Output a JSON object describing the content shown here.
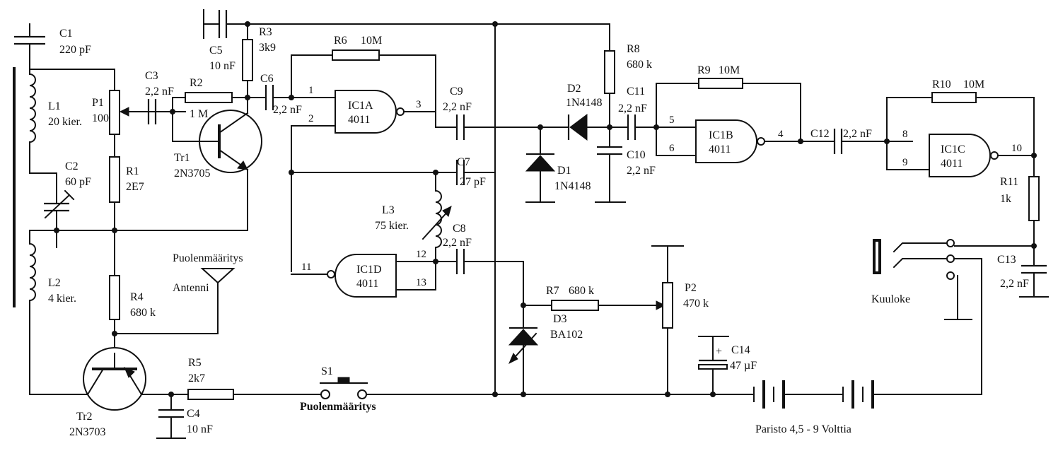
{
  "components": {
    "C1": {
      "ref": "C1",
      "value": "220 pF"
    },
    "C2": {
      "ref": "C2",
      "value": "60 pF"
    },
    "C3": {
      "ref": "C3",
      "value": "2,2 nF"
    },
    "C4": {
      "ref": "C4",
      "value": "10 nF"
    },
    "C5": {
      "ref": "C5",
      "value": "10 nF"
    },
    "C6": {
      "ref": "C6",
      "value": "2,2 nF"
    },
    "C7": {
      "ref": "C7",
      "value": "27 pF"
    },
    "C8": {
      "ref": "C8",
      "value": "2,2 nF"
    },
    "C9": {
      "ref": "C9",
      "value": "2,2 nF"
    },
    "C10": {
      "ref": "C10",
      "value": "2,2 nF"
    },
    "C11": {
      "ref": "C11",
      "value": "2,2 nF"
    },
    "C12": {
      "ref": "C12",
      "value": "2,2 nF"
    },
    "C13": {
      "ref": "C13",
      "value": "2,2 nF"
    },
    "C14": {
      "ref": "C14",
      "value": "47 µF"
    },
    "L1": {
      "ref": "L1",
      "value": "20 kier."
    },
    "L2": {
      "ref": "L2",
      "value": "4 kier."
    },
    "L3": {
      "ref": "L3",
      "value": "75 kier."
    },
    "P1": {
      "ref": "P1",
      "value": "100"
    },
    "P2": {
      "ref": "P2",
      "value": "470 k"
    },
    "R1": {
      "ref": "R1",
      "value": "2E7"
    },
    "R2": {
      "ref": "R2",
      "value": "1 M"
    },
    "R3": {
      "ref": "R3",
      "value": "3k9"
    },
    "R4": {
      "ref": "R4",
      "value": "680 k"
    },
    "R5": {
      "ref": "R5",
      "value": "2k7"
    },
    "R6": {
      "ref": "R6",
      "value": "10M"
    },
    "R7": {
      "ref": "R7",
      "value": "680 k"
    },
    "R8": {
      "ref": "R8",
      "value": "680 k"
    },
    "R9": {
      "ref": "R9",
      "value": "10M"
    },
    "R10": {
      "ref": "R10",
      "value": "10M"
    },
    "R11": {
      "ref": "R11",
      "value": "1k"
    },
    "Tr1": {
      "ref": "Tr1",
      "value": "2N3705"
    },
    "Tr2": {
      "ref": "Tr2",
      "value": "2N3703"
    },
    "D1": {
      "ref": "D1",
      "value": "1N4148"
    },
    "D2": {
      "ref": "D2",
      "value": "1N4148"
    },
    "D3": {
      "ref": "D3",
      "value": "BA102"
    },
    "IC1A": {
      "ref": "IC1A",
      "value": "4011"
    },
    "IC1B": {
      "ref": "IC1B",
      "value": "4011"
    },
    "IC1C": {
      "ref": "IC1C",
      "value": "4011"
    },
    "IC1D": {
      "ref": "IC1D",
      "value": "4011"
    },
    "S1": {
      "ref": "S1"
    }
  },
  "pins": {
    "ic1a": [
      "1",
      "2",
      "3"
    ],
    "ic1b": [
      "5",
      "6",
      "4"
    ],
    "ic1c": [
      "8",
      "9",
      "10"
    ],
    "ic1d": [
      "12",
      "13",
      "11"
    ]
  },
  "labels": {
    "antenna_title": "Puolenmääritys",
    "antenna": "Antenni",
    "switch_label": "Puolenmääritys",
    "headphone": "Kuuloke",
    "battery": "Paristo  4,5 - 9 Volttia",
    "plus": "+"
  }
}
